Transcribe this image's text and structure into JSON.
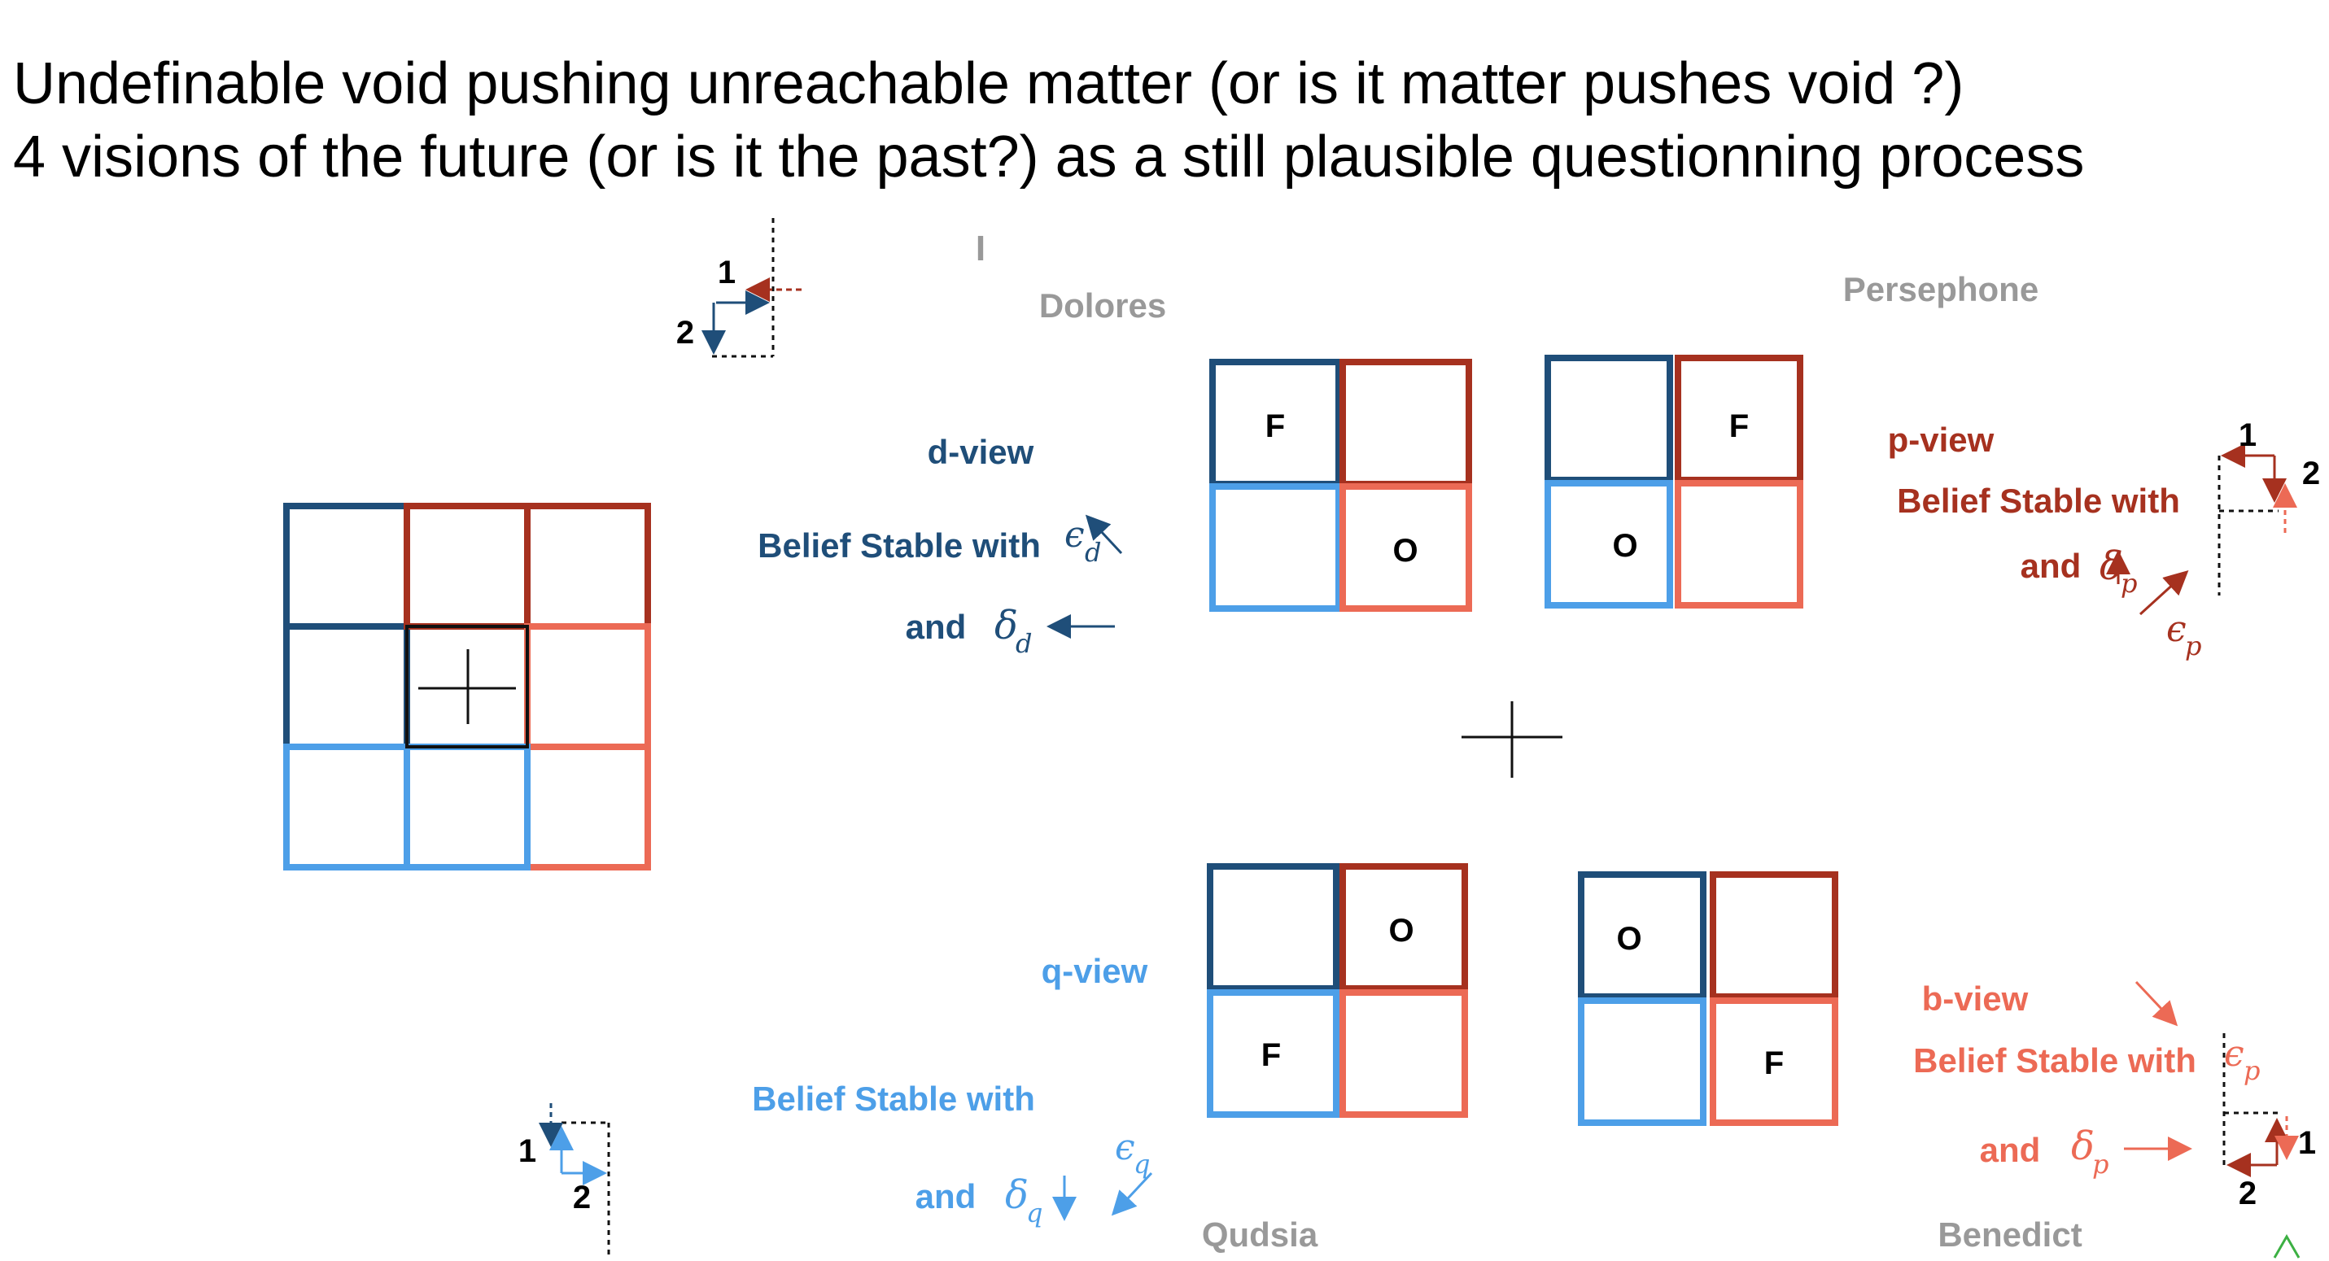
{
  "title": {
    "line1": "Undefinable void pushing unreachable matter (or is it matter pushes void ?)",
    "line2": "4 visions of the future (or is it the past?) as a still plausible questionning process"
  },
  "colors": {
    "dark_blue": "#1f4e79",
    "light_blue": "#4d9fe8",
    "dark_red": "#a6311f",
    "light_red": "#ec6a55",
    "gray": "#999999"
  },
  "stray_mark": "I",
  "names": {
    "dolores": "Dolores",
    "persephone": "Persephone",
    "qudsia": "Qudsia",
    "benedict": "Benedict"
  },
  "views": {
    "d": {
      "title": "d-view",
      "belief": "Belief Stable with",
      "and": "and",
      "epsilon": "ϵ",
      "epsilon_sub": "d",
      "delta": "δ",
      "delta_sub": "d"
    },
    "p": {
      "title": "p-view",
      "belief": "Belief Stable with",
      "and": "and",
      "epsilon": "ϵ",
      "epsilon_sub": "p",
      "delta": "δ",
      "delta_sub": "p"
    },
    "q": {
      "title": "q-view",
      "belief": "Belief Stable with",
      "and": "and",
      "epsilon": "ϵ",
      "epsilon_sub": "q",
      "delta": "δ",
      "delta_sub": "q"
    },
    "b": {
      "title": "b-view",
      "belief": "Belief Stable with",
      "and": "and",
      "epsilon": "ϵ",
      "epsilon_sub": "p",
      "delta": "δ",
      "delta_sub": "p"
    }
  },
  "cells": {
    "dolores": [
      "F",
      "",
      "",
      "O"
    ],
    "persephone": [
      "",
      "F",
      "O",
      ""
    ],
    "qudsia": [
      "",
      "O",
      "F",
      ""
    ],
    "benedict": [
      "O",
      "",
      "",
      "F"
    ]
  },
  "axes": {
    "one": "1",
    "two": "2"
  }
}
